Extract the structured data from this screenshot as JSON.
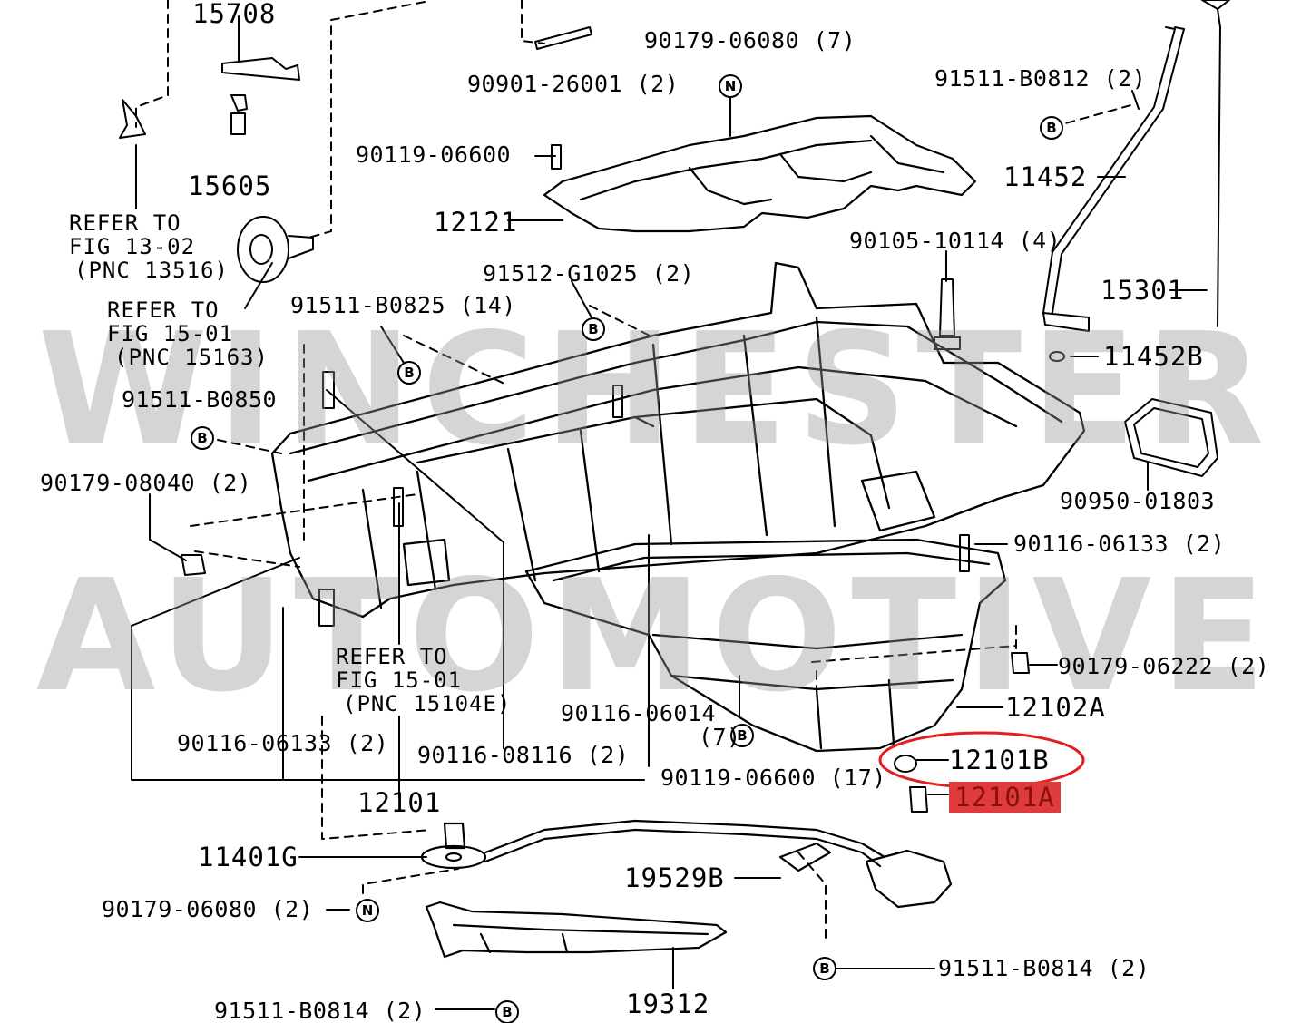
{
  "watermark": {
    "line1": "WINCHESTER",
    "line2": "AUTOMOTIVE"
  },
  "colors": {
    "highlight_circle": "#e02020",
    "highlight_box": "#e03b3b",
    "ink": "#000000",
    "watermark": "#969696"
  },
  "symbols": {
    "n": "N",
    "b": "B"
  },
  "labels": {
    "p15708": "15708",
    "p90179_06080_top": "90179-06080 (7)",
    "p90901_26001": "90901-26001 (2)",
    "p91511_b0812": "91511-B0812 (2)",
    "p15605": "15605",
    "p90119_06600_top": "90119-06600",
    "p11452": "11452",
    "refer1_l1": "REFER TO",
    "refer1_l2": "FIG 13-02",
    "refer1_l3": "(PNC 13516)",
    "p12121": "12121",
    "p90105_10114": "90105-10114 (4)",
    "p91512_g1025": "91512-G1025 (2)",
    "refer2_l1": "REFER TO",
    "refer2_l2": "FIG 15-01",
    "refer2_l3": "(PNC 15163)",
    "p91511_b0825": "91511-B0825 (14)",
    "p15301": "15301",
    "p11452b": "11452B",
    "p91511_b0850": "91511-B0850",
    "p90179_08040": "90179-08040 (2)",
    "p90950_01803": "90950-01803",
    "p90116_06133_right": "90116-06133 (2)",
    "p90179_06222": "90179-06222 (2)",
    "refer3_l1": "REFER TO",
    "refer3_l2": "FIG 15-01",
    "refer3_l3": "(PNC 15104E)",
    "p90116_06014": "90116-06014",
    "p90116_06014_qty": "(7)",
    "p12102a": "12102A",
    "p90116_06133_left": "90116-06133 (2)",
    "p90116_08116": "90116-08116 (2)",
    "p12101b": "12101B",
    "p90119_06600_bottom": "90119-06600 (17)",
    "p12101a": "12101A",
    "p12101": "12101",
    "p11401g": "11401G",
    "p19529b": "19529B",
    "p90179_06080_bottom": "90179-06080 (2)",
    "p91511_b0814_right": "91511-B0814 (2)",
    "p19312": "19312",
    "p91511_b0814_left": "91511-B0814 (2)"
  }
}
